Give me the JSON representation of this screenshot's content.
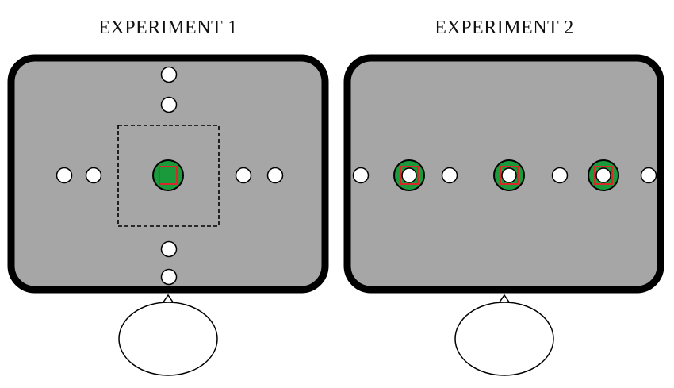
{
  "panels": [
    {
      "id": "exp1",
      "title": "EXPERIMENT 1",
      "fixation_marker": "central-green-target-with-red-square",
      "stimulus_layout": "cross",
      "shows_dashed_region": true
    },
    {
      "id": "exp2",
      "title": "EXPERIMENT 2",
      "fixation_marker": "green-ring-with-red-square-around-white-dot",
      "stimulus_layout": "horizontal-row",
      "shows_dashed_region": false
    }
  ],
  "colors": {
    "screen_fill": "#a6a6a6",
    "screen_border": "#000000",
    "stimulus_dot": "#ffffff",
    "target_green": "#1a9a3a",
    "target_red": "#d8282a",
    "observer_head": "#ffffff"
  },
  "icons": {
    "observer": "head-with-nose-icon"
  }
}
